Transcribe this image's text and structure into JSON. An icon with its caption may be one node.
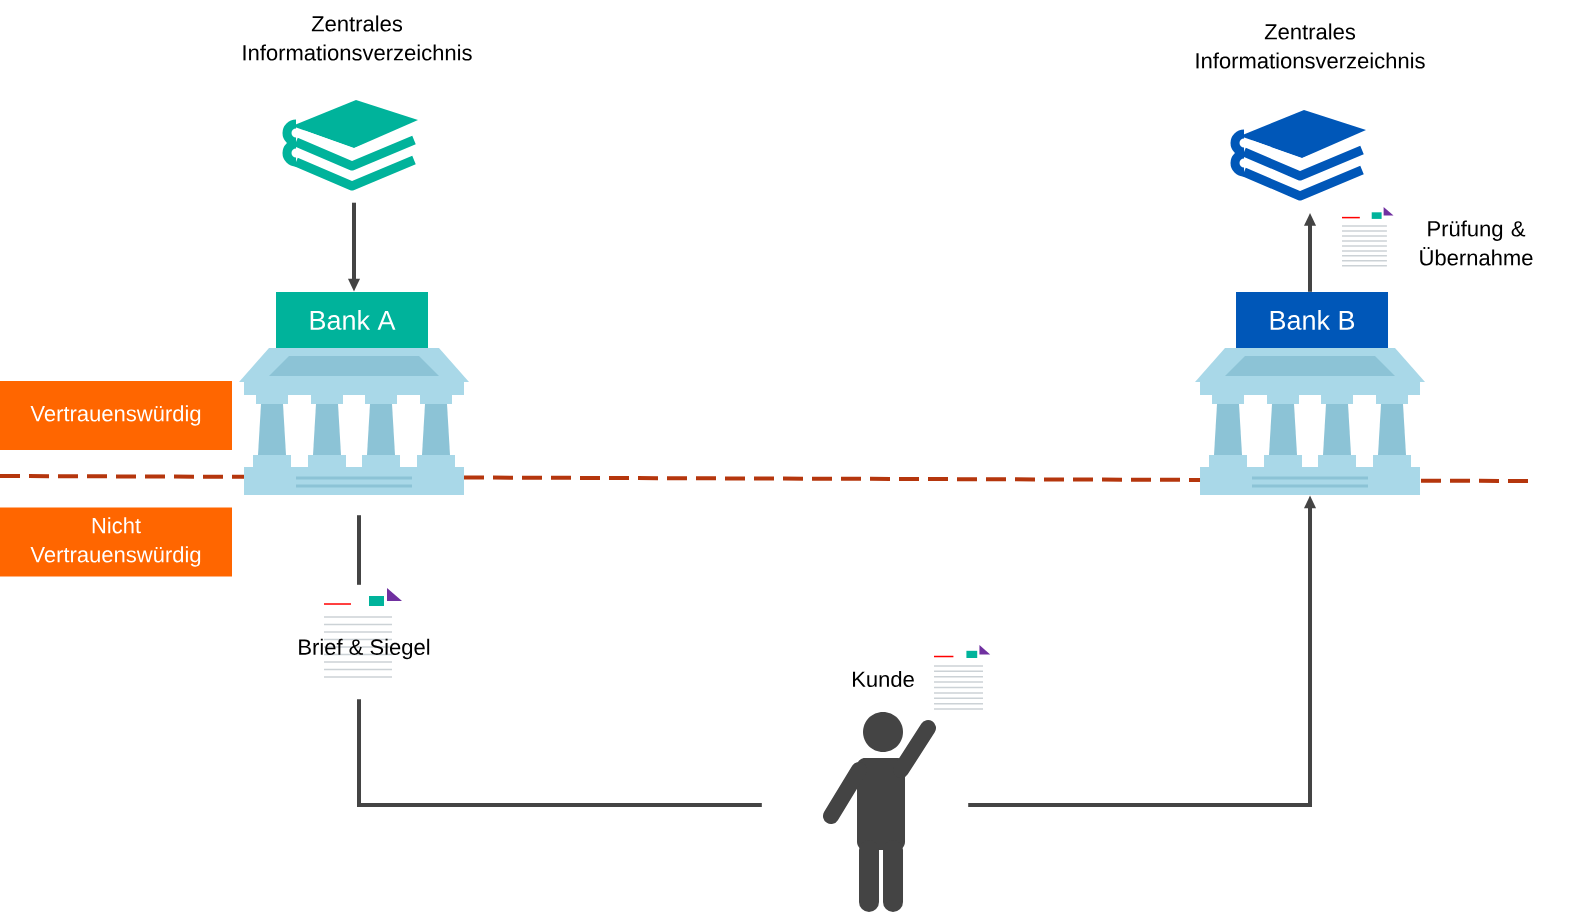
{
  "diagram": {
    "nodes": [
      {
        "text": [
          "Zentrales Informationsverzeichnis"
        ]
      },
      {
        "text": [
          "Zentrales Informationsverzeichnis"
        ]
      },
      {
        "text": [
          "Bank A"
        ]
      },
      {
        "text": [
          "Bank B"
        ]
      },
      {
        "text": [
          "Vertrauenswürdig"
        ]
      },
      {
        "text": [
          "Nicht Vertrauenswürdig"
        ]
      },
      {
        "text": [
          "Brief & Siegel"
        ]
      },
      {
        "text": [
          "Kunde"
        ]
      }
    ],
    "edges": [
      {
        "from": 0,
        "to": 2,
        "arrow": "to"
      },
      {
        "from": 2,
        "to": 6,
        "arrow": "none"
      },
      {
        "from": 6,
        "to": 7,
        "arrow": "none"
      },
      {
        "from": 7,
        "to": 3,
        "arrow": "to"
      },
      {
        "from": 3,
        "to": 1,
        "arrow": "to",
        "label": "Prüfung & Übernahme"
      }
    ]
  }
}
